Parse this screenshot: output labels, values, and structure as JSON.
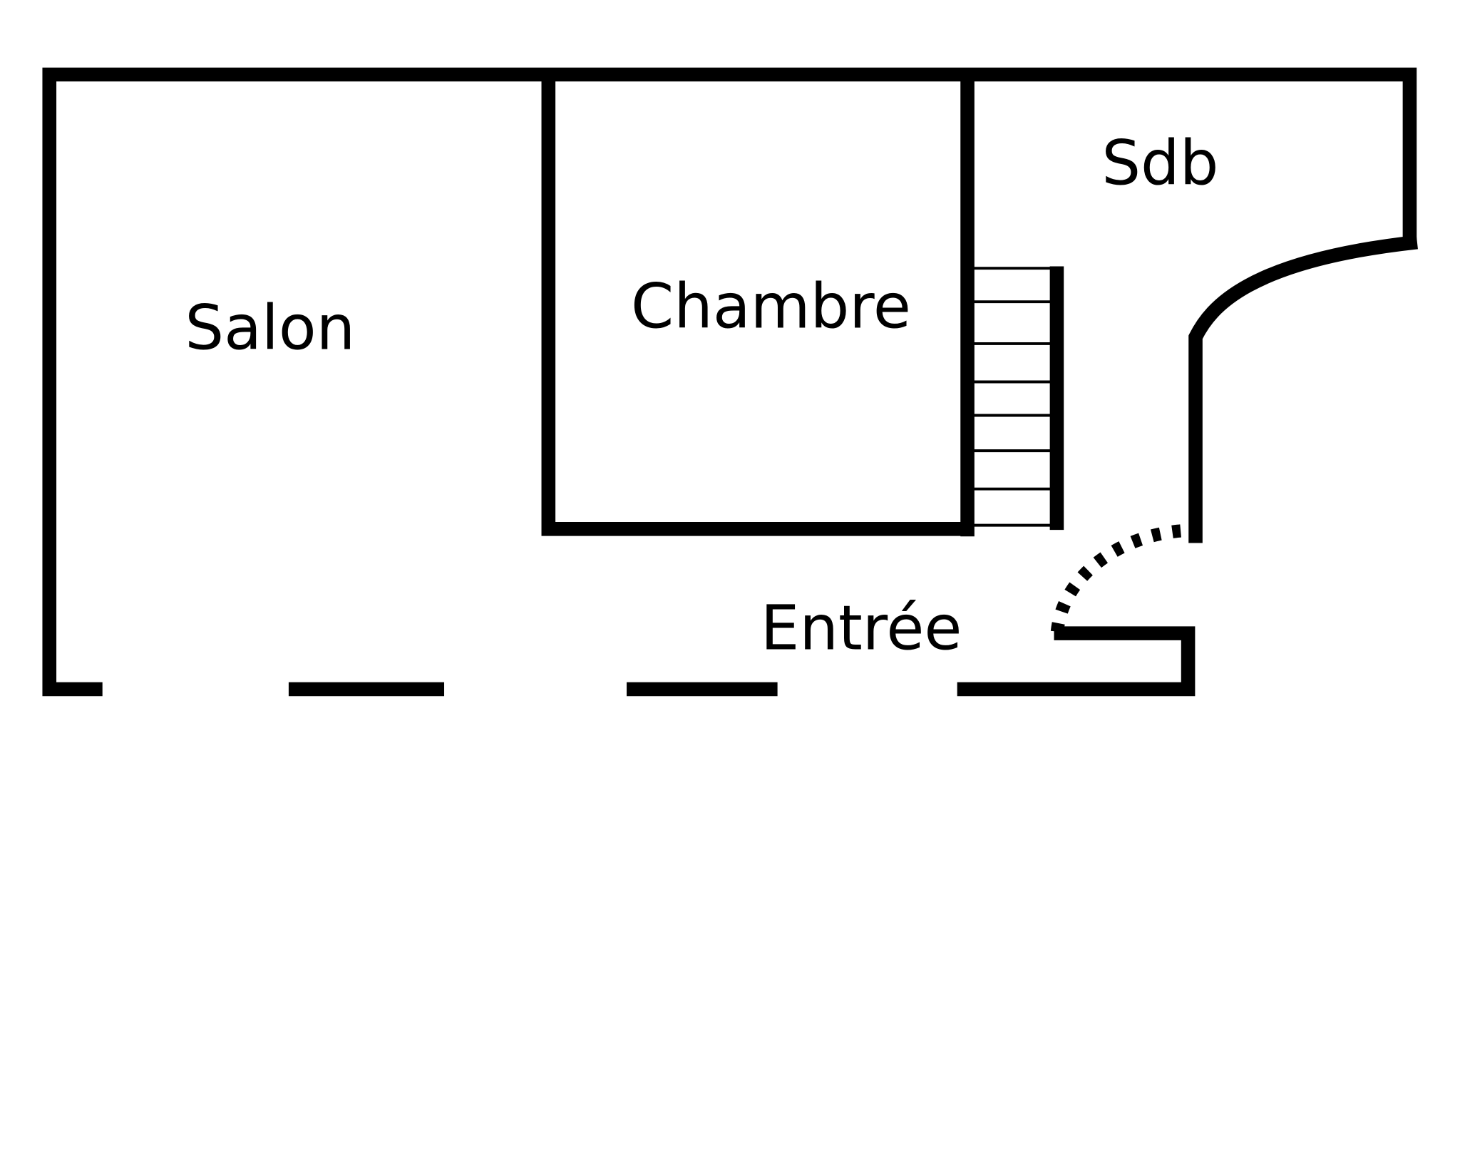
{
  "floor_plan": {
    "rooms": [
      {
        "id": "salon",
        "label": "Salon"
      },
      {
        "id": "chambre",
        "label": "Chambre"
      },
      {
        "id": "sdb",
        "label": "Sdb"
      },
      {
        "id": "entree",
        "label": "Entrée"
      }
    ],
    "stair_steps": 8,
    "colors": {
      "line": "#000000",
      "background": "#ffffff"
    }
  }
}
